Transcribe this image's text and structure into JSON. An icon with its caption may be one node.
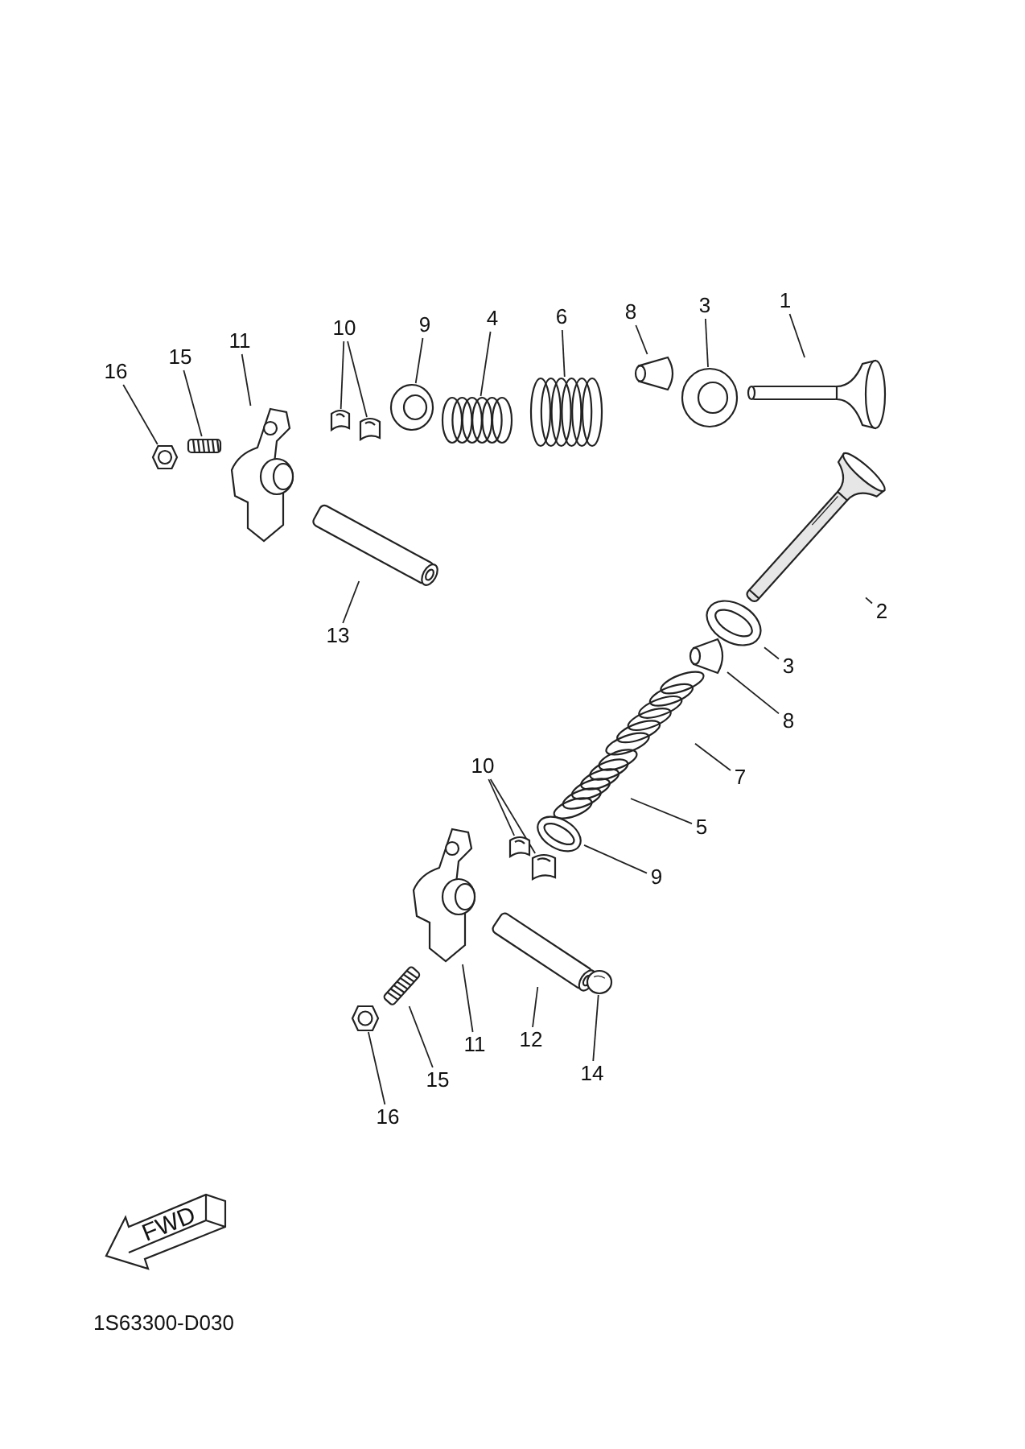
{
  "diagram": {
    "nodes": [
      {
        "text": [
          "1"
        ]
      },
      {
        "text": [],
        "shape": "picture"
      },
      {
        "text": [
          "3"
        ]
      },
      {
        "text": [],
        "shape": "picture"
      },
      {
        "text": [
          "8"
        ]
      },
      {
        "text": [],
        "shape": "picture"
      },
      {
        "text": [
          "6"
        ]
      },
      {
        "text": [],
        "shape": "picture"
      },
      {
        "text": [
          "4"
        ]
      },
      {
        "text": [],
        "shape": "picture"
      },
      {
        "text": [
          "9"
        ]
      },
      {
        "text": [],
        "shape": "picture"
      },
      {
        "text": [
          "10"
        ]
      },
      {
        "text": [],
        "shape": "picture"
      },
      {
        "text": [],
        "shape": "picture"
      },
      {
        "text": [
          "11"
        ]
      },
      {
        "text": [],
        "shape": "picture"
      },
      {
        "text": [
          "15"
        ]
      },
      {
        "text": [],
        "shape": "picture"
      },
      {
        "text": [
          "16"
        ]
      },
      {
        "text": [],
        "shape": "picture"
      },
      {
        "text": [
          "13"
        ]
      },
      {
        "text": [],
        "shape": "picture"
      },
      {
        "text": [
          "2"
        ]
      },
      {
        "text": [],
        "shape": "picture"
      },
      {
        "text": [
          "3"
        ]
      },
      {
        "text": [],
        "shape": "picture"
      },
      {
        "text": [
          "8"
        ]
      },
      {
        "text": [],
        "shape": "picture"
      },
      {
        "text": [
          "7"
        ]
      },
      {
        "text": [],
        "shape": "picture"
      },
      {
        "text": [
          "5"
        ]
      },
      {
        "text": [],
        "shape": "picture"
      },
      {
        "text": [
          "9"
        ]
      },
      {
        "text": [],
        "shape": "picture"
      },
      {
        "text": [
          "10"
        ]
      },
      {
        "text": [],
        "shape": "picture"
      },
      {
        "text": [],
        "shape": "picture"
      },
      {
        "text": [
          "11"
        ]
      },
      {
        "text": [],
        "shape": "picture"
      },
      {
        "text": [
          "12"
        ]
      },
      {
        "text": [],
        "shape": "picture"
      },
      {
        "text": [
          "14"
        ]
      },
      {
        "text": [],
        "shape": "circle"
      },
      {
        "text": [
          "15"
        ]
      },
      {
        "text": [],
        "shape": "picture"
      },
      {
        "text": [
          "16"
        ]
      },
      {
        "text": [],
        "shape": "picture"
      },
      {
        "text": [
          "FWD"
        ]
      }
    ],
    "edges": [
      {
        "from": 0,
        "to": 1,
        "arrow": "none"
      },
      {
        "from": 2,
        "to": 3,
        "arrow": "none"
      },
      {
        "from": 4,
        "to": 5,
        "arrow": "none"
      },
      {
        "from": 6,
        "to": 7,
        "arrow": "none"
      },
      {
        "from": 8,
        "to": 9,
        "arrow": "none"
      },
      {
        "from": 10,
        "to": 11,
        "arrow": "none"
      },
      {
        "from": 12,
        "to": 13,
        "arrow": "none"
      },
      {
        "from": 12,
        "to": 14,
        "arrow": "none"
      },
      {
        "from": 15,
        "to": 16,
        "arrow": "none"
      },
      {
        "from": 17,
        "to": 18,
        "arrow": "none"
      },
      {
        "from": 19,
        "to": 20,
        "arrow": "none"
      },
      {
        "from": 21,
        "to": 22,
        "arrow": "none"
      },
      {
        "from": 23,
        "to": 24,
        "arrow": "none"
      },
      {
        "from": 25,
        "to": 26,
        "arrow": "none"
      },
      {
        "from": 27,
        "to": 28,
        "arrow": "none"
      },
      {
        "from": 29,
        "to": 30,
        "arrow": "none"
      },
      {
        "from": 31,
        "to": 32,
        "arrow": "none"
      },
      {
        "from": 33,
        "to": 34,
        "arrow": "none"
      },
      {
        "from": 35,
        "to": 36,
        "arrow": "none"
      },
      {
        "from": 35,
        "to": 37,
        "arrow": "none"
      },
      {
        "from": 38,
        "to": 39,
        "arrow": "none"
      },
      {
        "from": 40,
        "to": 41,
        "arrow": "none"
      },
      {
        "from": 42,
        "to": 43,
        "arrow": "none"
      },
      {
        "from": 44,
        "to": 45,
        "arrow": "none"
      },
      {
        "from": 46,
        "to": 47,
        "arrow": "none"
      }
    ],
    "labels": [
      "1S63300-D030"
    ]
  }
}
